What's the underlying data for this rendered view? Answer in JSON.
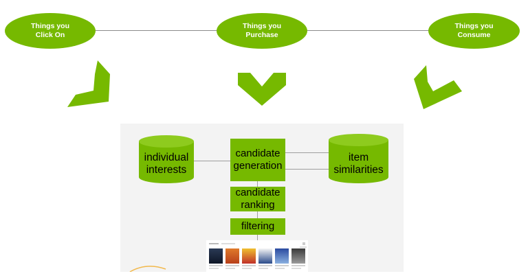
{
  "colors": {
    "accent": "#76b900",
    "oval_text": "#ffffff",
    "panel_bg": "#f3f3f3",
    "connector": "#9e9e9e"
  },
  "top": {
    "items": [
      {
        "line1": "Things you",
        "line2": "Click On"
      },
      {
        "line1": "Things you",
        "line2": "Purchase"
      },
      {
        "line1": "Things you",
        "line2": "Consume"
      }
    ]
  },
  "pipeline": {
    "individual_interests": {
      "line1": "individual",
      "line2": "interests"
    },
    "item_similarities": {
      "line1": "item",
      "line2": "similarities"
    },
    "candidate_generation": {
      "line1": "candidate",
      "line2": "generation"
    },
    "candidate_ranking": {
      "line1": "candidate",
      "line2": "ranking"
    },
    "filtering": "filtering"
  },
  "icons": {
    "arrows": [
      "chevron-down-right-icon",
      "chevron-down-icon",
      "chevron-down-left-icon"
    ],
    "thumbnails": "movie-poster-thumbnail-icon"
  }
}
